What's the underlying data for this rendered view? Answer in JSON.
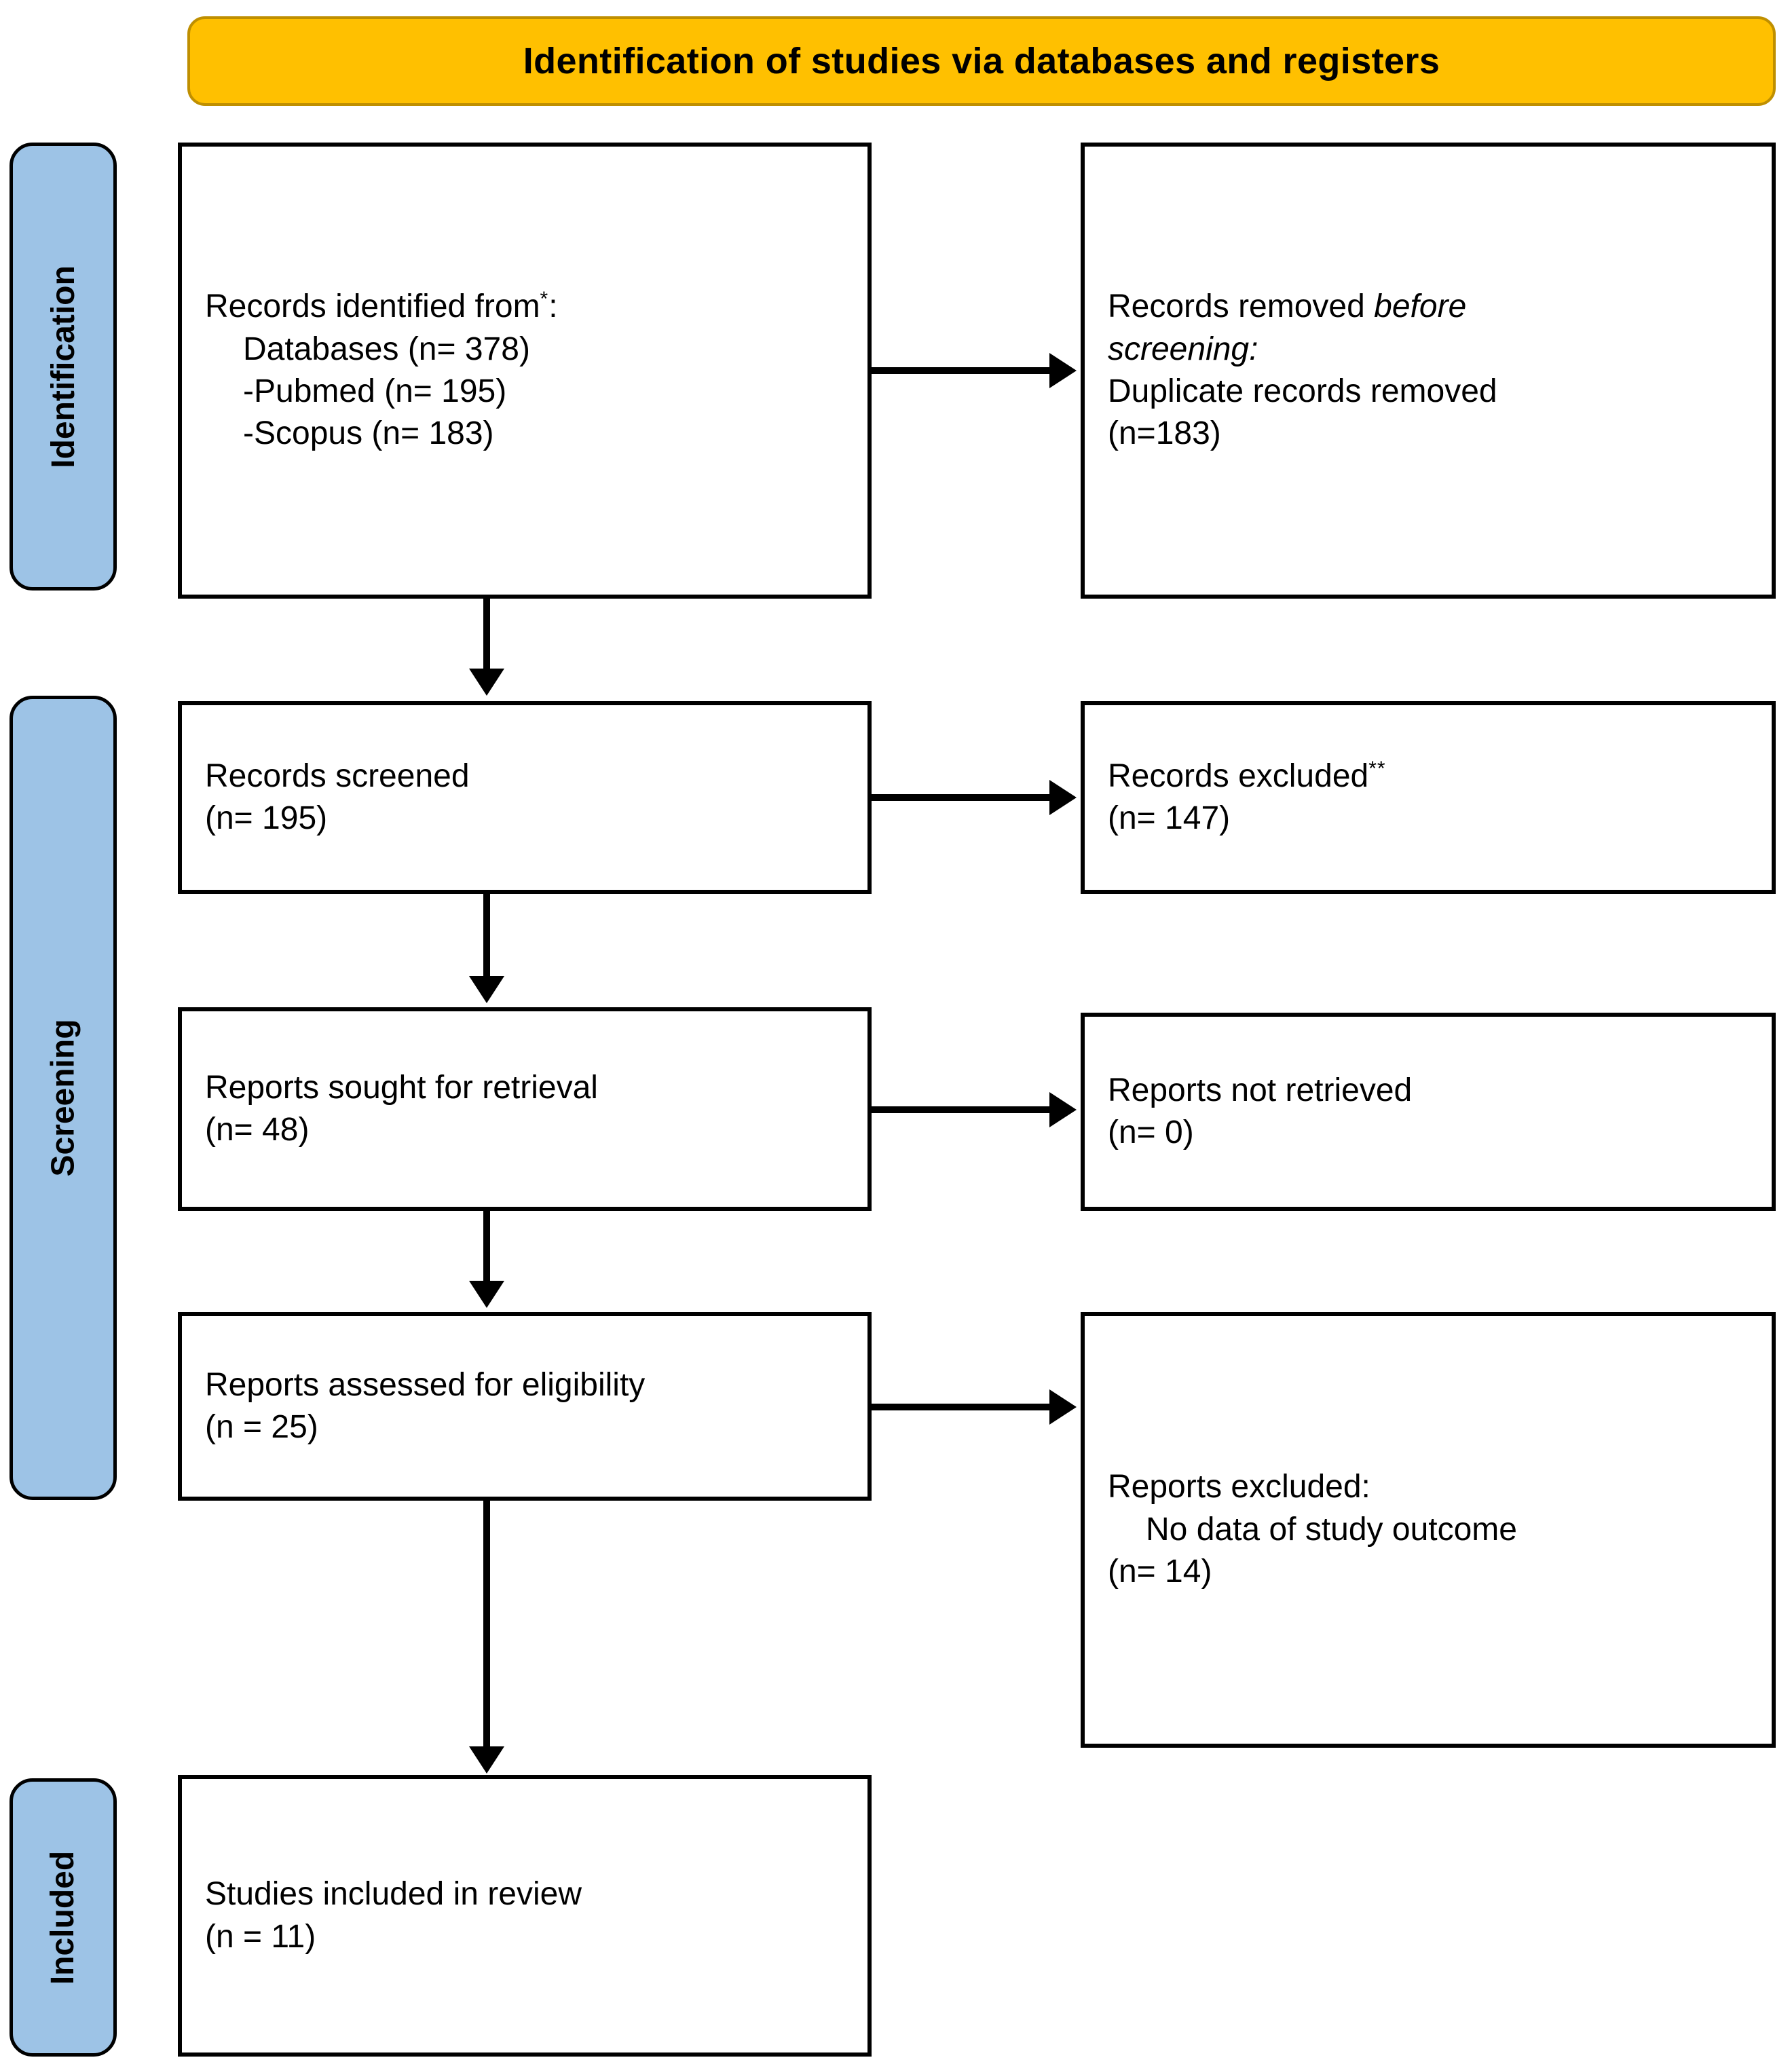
{
  "banner": {
    "title": "Identification of studies via databases and registers",
    "fill_color": "#FFC000",
    "border_color": "#BF8F00"
  },
  "stages": {
    "fill_color": "#9DC3E6",
    "identification": "Identification",
    "screening": "Screening",
    "included": "Included"
  },
  "boxes": {
    "identified": {
      "line1": "Records identified from",
      "marker1": "*",
      "line1_tail": ":",
      "line2": "Databases (n= 378)",
      "line3": "-Pubmed (n= 195)",
      "line4": "-Scopus (n= 183)"
    },
    "removed": {
      "line1": "Records removed ",
      "line1_italic": "before",
      "line2_italic": "screening:",
      "line3": "Duplicate records removed",
      "line4": "(n=183)"
    },
    "screened": {
      "line1": "Records screened",
      "line2": "(n= 195)"
    },
    "excluded_records": {
      "line1": "Records excluded",
      "marker": "**",
      "line2": "(n= 147)"
    },
    "sought": {
      "line1": "Reports sought for retrieval",
      "line2": "(n= 48)"
    },
    "not_retrieved": {
      "line1": "Reports not retrieved",
      "line2": "(n= 0)"
    },
    "assessed": {
      "line1": "Reports assessed for eligibility",
      "line2": "(n = 25)"
    },
    "excluded_reports": {
      "line1": "Reports excluded:",
      "line2": "No data of study outcome",
      "line3": "(n= 14)"
    },
    "included_studies": {
      "line1": "Studies included in review",
      "line2": "(n = 11)"
    }
  },
  "flow_data": {
    "type": "prisma-flow",
    "identified_total": 378,
    "pubmed": 195,
    "scopus": 183,
    "duplicates_removed": 183,
    "records_screened": 195,
    "records_excluded": 147,
    "reports_sought": 48,
    "reports_not_retrieved": 0,
    "reports_assessed": 25,
    "reports_excluded": 14,
    "studies_included": 11
  }
}
